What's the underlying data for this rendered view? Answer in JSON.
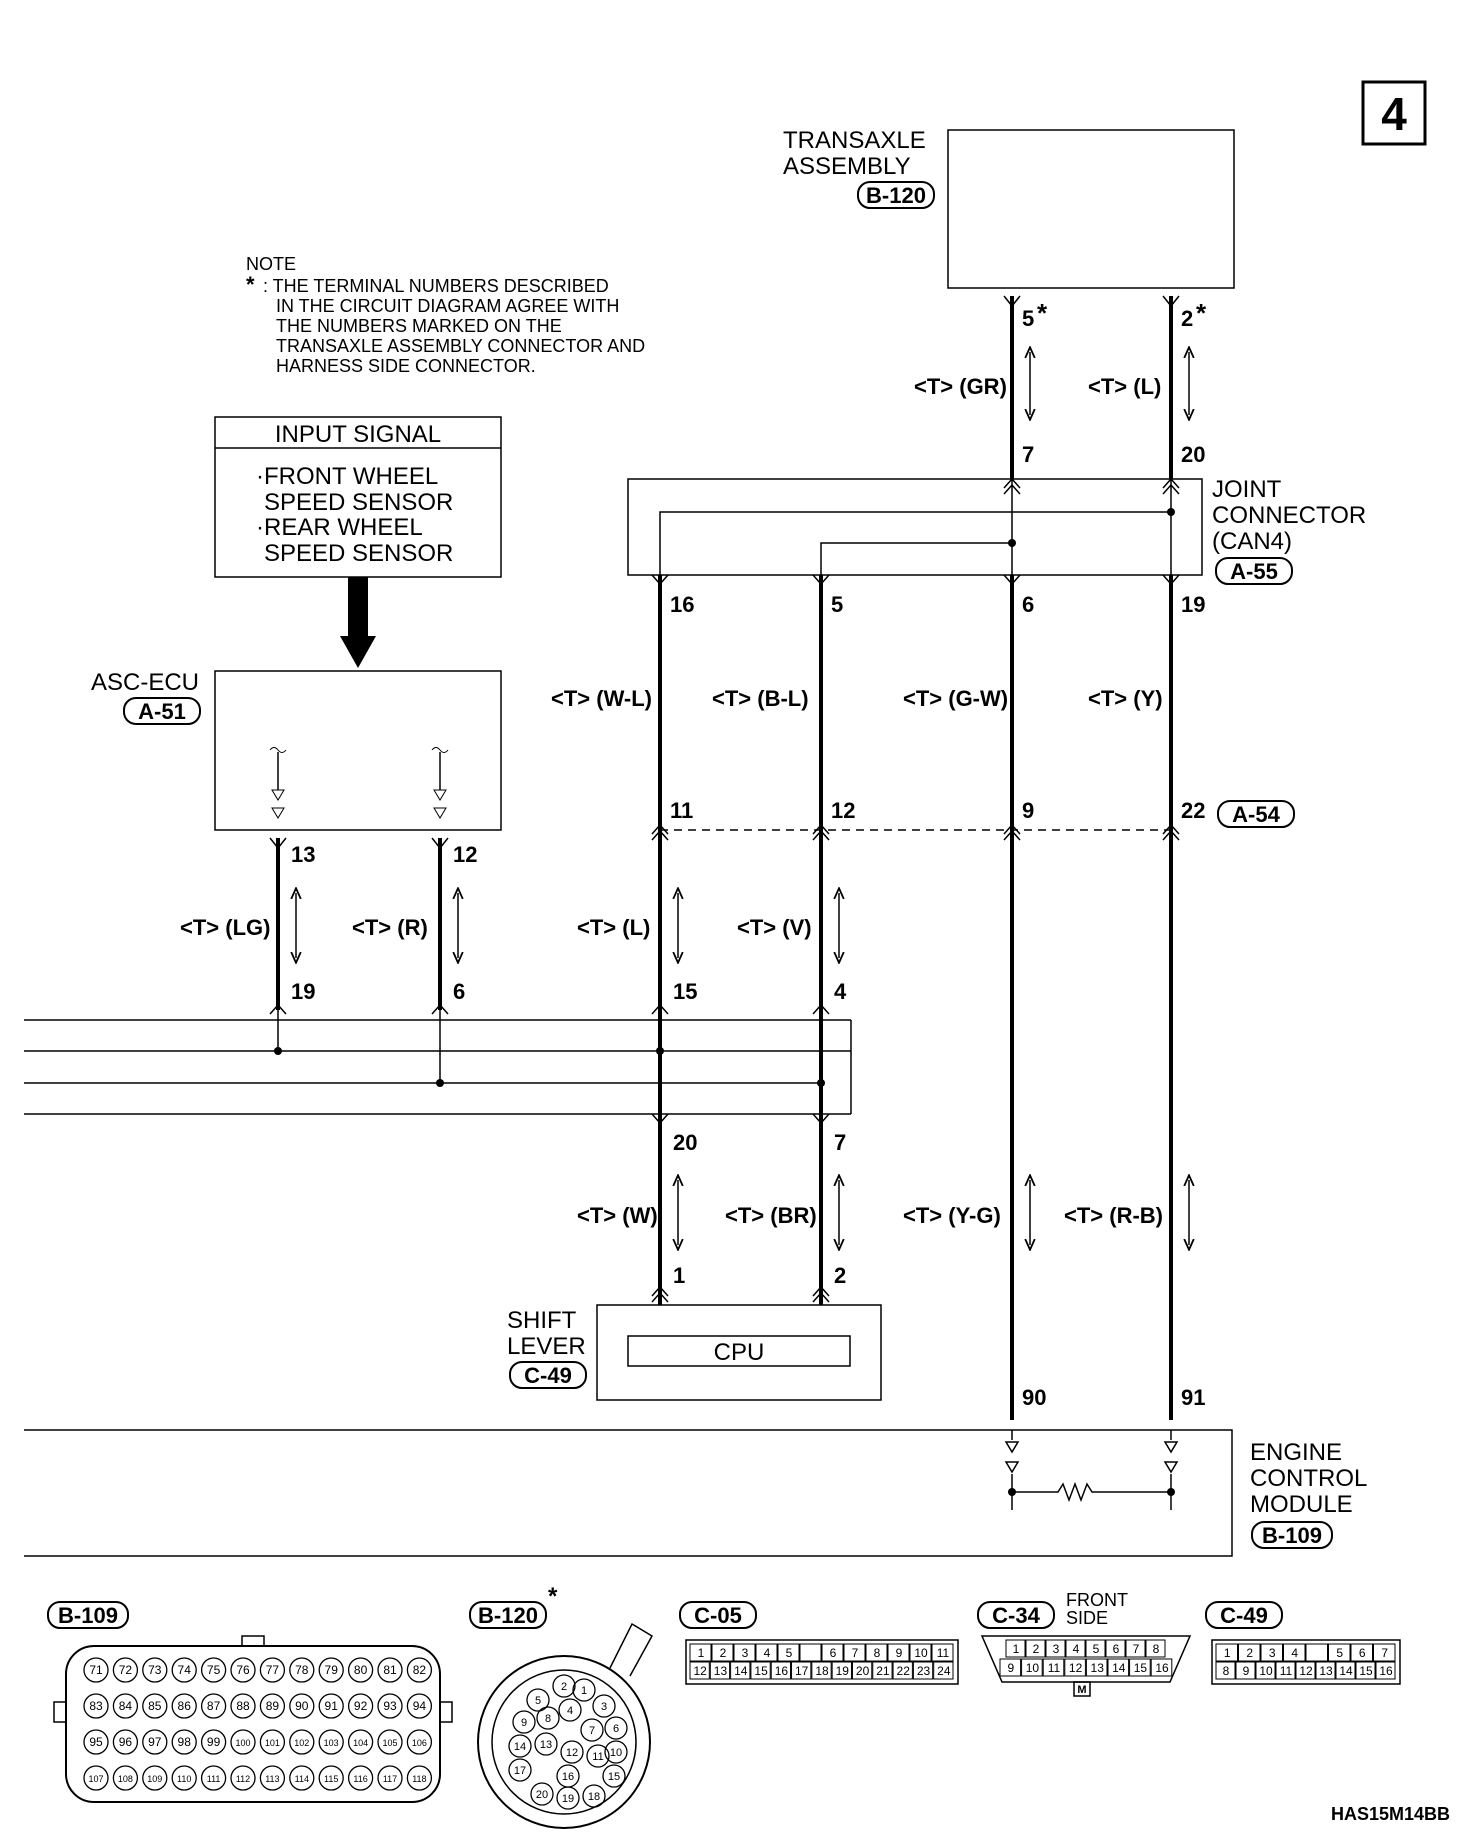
{
  "page_badge": "4",
  "components": {
    "transaxle": {
      "label1": "TRANSAXLE",
      "label2": "ASSEMBLY",
      "connector": "B-120"
    },
    "joint": {
      "label1": "JOINT",
      "label2": "CONNECTOR",
      "label3": "(CAN4)",
      "connector": "A-55"
    },
    "input_signal": {
      "title": "INPUT SIGNAL",
      "line1": "·FRONT WHEEL",
      "line2": "SPEED SENSOR",
      "line3": "·REAR WHEEL",
      "line4": "SPEED SENSOR"
    },
    "asc_ecu": {
      "label": "ASC-ECU",
      "connector": "A-51"
    },
    "shift_lever": {
      "label1": "SHIFT",
      "label2": "LEVER",
      "connector": "C-49",
      "cpu": "CPU"
    },
    "ecm": {
      "label1": "ENGINE",
      "label2": "CONTROL",
      "label3": "MODULE",
      "connector": "B-109"
    },
    "a54": {
      "connector": "A-54"
    }
  },
  "note": {
    "title": "NOTE",
    "star": "*",
    "line1": ": THE TERMINAL NUMBERS DESCRIBED",
    "line2": "IN THE CIRCUIT DIAGRAM AGREE WITH",
    "line3": "THE NUMBERS MARKED ON THE",
    "line4": "TRANSAXLE ASSEMBLY CONNECTOR AND",
    "line5": "HARNESS SIDE CONNECTOR."
  },
  "pins": {
    "t5": "5",
    "t2": "2",
    "star": "*",
    "j7": "7",
    "j20": "20",
    "j16": "16",
    "j5": "5",
    "j6": "6",
    "j19": "19",
    "a11": "11",
    "a12": "12",
    "a9": "9",
    "a22": "22",
    "e13": "13",
    "e12": "12",
    "l19": "19",
    "l6": "6",
    "l15": "15",
    "l4": "4",
    "l20": "20",
    "l7": "7",
    "s1": "1",
    "s2": "2",
    "m90": "90",
    "m91": "91"
  },
  "wires": {
    "gr": "<T> (GR)",
    "l_top": "<T> (L)",
    "wl": "<T> (W-L)",
    "bl": "<T> (B-L)",
    "gw": "<T> (G-W)",
    "y": "<T> (Y)",
    "lg": "<T> (LG)",
    "r": "<T> (R)",
    "l_mid": "<T> (L)",
    "v": "<T> (V)",
    "w": "<T> (W)",
    "br": "<T> (BR)",
    "yg": "<T> (Y-G)",
    "rb": "<T> (R-B)"
  },
  "connector_views": {
    "b109": {
      "label": "B-109",
      "row1": [
        "71",
        "72",
        "73",
        "74",
        "75",
        "76",
        "77",
        "78",
        "79",
        "80",
        "81",
        "82"
      ],
      "row2": [
        "83",
        "84",
        "85",
        "86",
        "87",
        "88",
        "89",
        "90",
        "91",
        "92",
        "93",
        "94"
      ],
      "row3": [
        "95",
        "96",
        "97",
        "98",
        "99",
        "100",
        "101",
        "102",
        "103",
        "104",
        "105",
        "106"
      ],
      "row4": [
        "107",
        "108",
        "109",
        "110",
        "111",
        "112",
        "113",
        "114",
        "115",
        "116",
        "117",
        "118"
      ]
    },
    "b120": {
      "label": "B-120",
      "star": "*",
      "pins": [
        "1",
        "2",
        "3",
        "4",
        "5",
        "6",
        "7",
        "8",
        "9",
        "10",
        "11",
        "12",
        "13",
        "14",
        "15",
        "16",
        "17",
        "18",
        "19",
        "20"
      ]
    },
    "c05": {
      "label": "C-05",
      "row1": [
        "1",
        "2",
        "3",
        "4",
        "5",
        "",
        "6",
        "7",
        "8",
        "9",
        "10",
        "11"
      ],
      "row2": [
        "12",
        "13",
        "14",
        "15",
        "16",
        "17",
        "18",
        "19",
        "20",
        "21",
        "22",
        "23",
        "24"
      ]
    },
    "c34": {
      "label": "C-34",
      "side1": "FRONT",
      "side2": "SIDE",
      "key": "M",
      "row1": [
        "1",
        "2",
        "3",
        "4",
        "5",
        "6",
        "7",
        "8"
      ],
      "row2": [
        "9",
        "10",
        "11",
        "12",
        "13",
        "14",
        "15",
        "16"
      ]
    },
    "c49": {
      "label": "C-49",
      "row1": [
        "1",
        "2",
        "3",
        "4",
        "",
        "5",
        "6",
        "7"
      ],
      "row2": [
        "8",
        "9",
        "10",
        "11",
        "12",
        "13",
        "14",
        "15",
        "16"
      ]
    }
  },
  "footer_code": "HAS15M14BB"
}
